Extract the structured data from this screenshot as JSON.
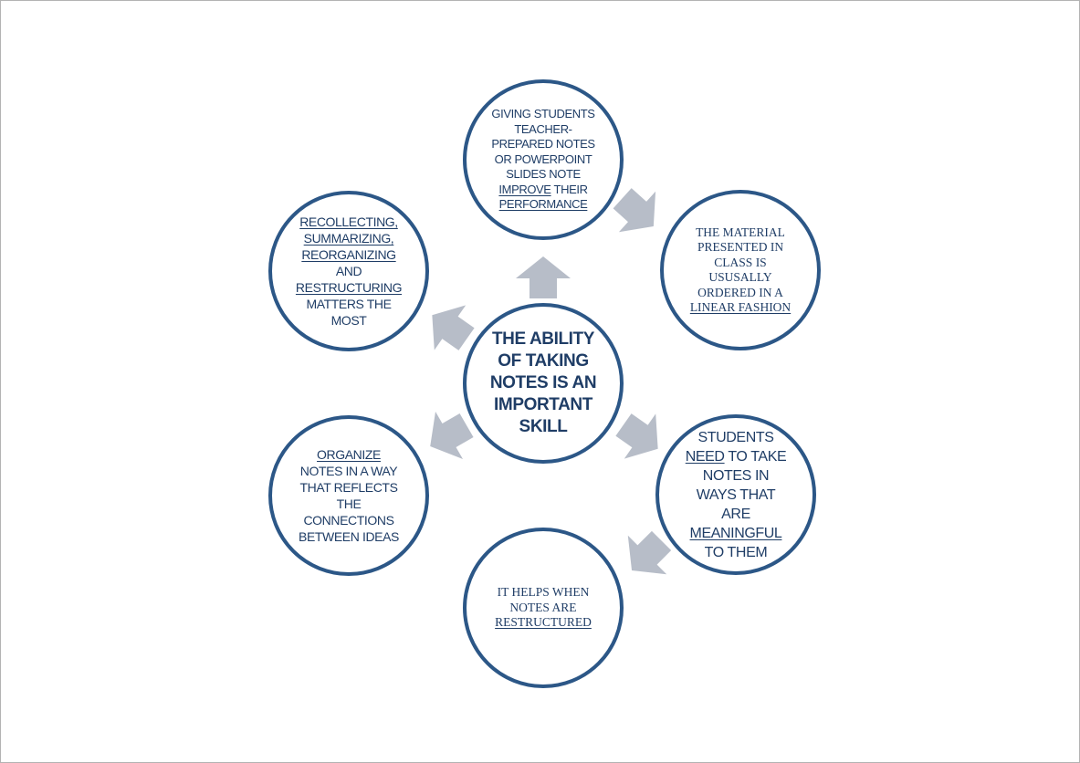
{
  "colors": {
    "circle_border": "#2c5787",
    "text": "#1f3d66",
    "arrow_fill": "#b7bdc8",
    "background": "#ffffff"
  },
  "diagram": {
    "center": {
      "lines": [
        "THE ABILITY",
        "OF TAKING",
        "NOTES IS AN",
        "IMPORTANT",
        "SKILL"
      ]
    },
    "nodes": [
      {
        "id": "top",
        "lines": [
          [
            {
              "t": "GIVING STUDENTS"
            }
          ],
          [
            {
              "t": "TEACHER-"
            }
          ],
          [
            {
              "t": "PREPARED NOTES"
            }
          ],
          [
            {
              "t": "OR POWERPOINT"
            }
          ],
          [
            {
              "t": "SLIDES NOTE"
            }
          ],
          [
            {
              "t": "IMPROVE",
              "u": true
            },
            {
              "t": " THEIR"
            }
          ],
          [
            {
              "t": "PERFORMANCE",
              "u": true
            }
          ]
        ]
      },
      {
        "id": "upper-right",
        "lines": [
          [
            {
              "t": "THE MATERIAL"
            }
          ],
          [
            {
              "t": "PRESENTED IN"
            }
          ],
          [
            {
              "t": "CLASS IS"
            }
          ],
          [
            {
              "t": "USUSALLY"
            }
          ],
          [
            {
              "t": "ORDERED IN A"
            }
          ],
          [
            {
              "t": "LINEAR FASHION",
              "u": true
            }
          ]
        ]
      },
      {
        "id": "lower-right",
        "lines": [
          [
            {
              "t": "STUDENTS"
            }
          ],
          [
            {
              "t": "NEED",
              "u": true
            },
            {
              "t": " TO TAKE"
            }
          ],
          [
            {
              "t": "NOTES IN"
            }
          ],
          [
            {
              "t": "WAYS THAT"
            }
          ],
          [
            {
              "t": "ARE"
            }
          ],
          [
            {
              "t": "MEANINGFUL",
              "u": true
            }
          ],
          [
            {
              "t": "TO THEM"
            }
          ]
        ]
      },
      {
        "id": "bottom",
        "lines": [
          [
            {
              "t": "IT HELPS WHEN"
            }
          ],
          [
            {
              "t": "NOTES ARE"
            }
          ],
          [
            {
              "t": "RESTRUCTURED",
              "u": true
            }
          ]
        ]
      },
      {
        "id": "lower-left",
        "lines": [
          [
            {
              "t": "ORGANIZE",
              "u": true
            }
          ],
          [
            {
              "t": "NOTES IN A WAY"
            }
          ],
          [
            {
              "t": "THAT REFLECTS"
            }
          ],
          [
            {
              "t": "THE"
            }
          ],
          [
            {
              "t": "CONNECTIONS"
            }
          ],
          [
            {
              "t": "BETWEEN IDEAS"
            }
          ]
        ]
      },
      {
        "id": "upper-left",
        "lines": [
          [
            {
              "t": "RECOLLECTING,",
              "u": true
            }
          ],
          [
            {
              "t": "SUMMARIZING,",
              "u": true
            }
          ],
          [
            {
              "t": "REORGANIZING",
              "u": true
            }
          ],
          [
            {
              "t": "AND"
            }
          ],
          [
            {
              "t": "RESTRUCTURING",
              "u": true
            }
          ],
          [
            {
              "t": "MATTERS THE"
            }
          ],
          [
            {
              "t": "MOST"
            }
          ]
        ]
      }
    ]
  }
}
